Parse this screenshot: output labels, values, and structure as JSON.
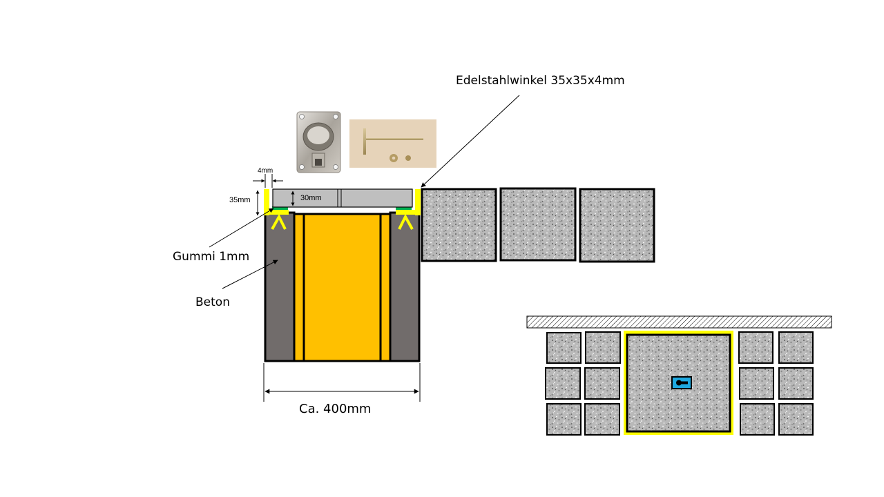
{
  "labels": {
    "angle_steel": "Edelstahlwinkel 35x35x4mm",
    "rubber": "Gummi 1mm",
    "concrete": "Beton",
    "width": "Ca. 400mm",
    "dim_4mm": "4mm",
    "dim_35mm": "35mm",
    "dim_30mm": "30mm"
  },
  "colors": {
    "concrete": "#716c6b",
    "shaft": "#ffc000",
    "steel_yellow": "#ffff00",
    "rubber_green": "#00b050",
    "lid_gray": "#bfbfbf",
    "keyhole_blue": "#1fa9e0",
    "granite": "#b8b8b8"
  },
  "photos": {
    "ring_pull": "flush-ring-pull-photo",
    "t_key": "t-handle-key-photo"
  }
}
